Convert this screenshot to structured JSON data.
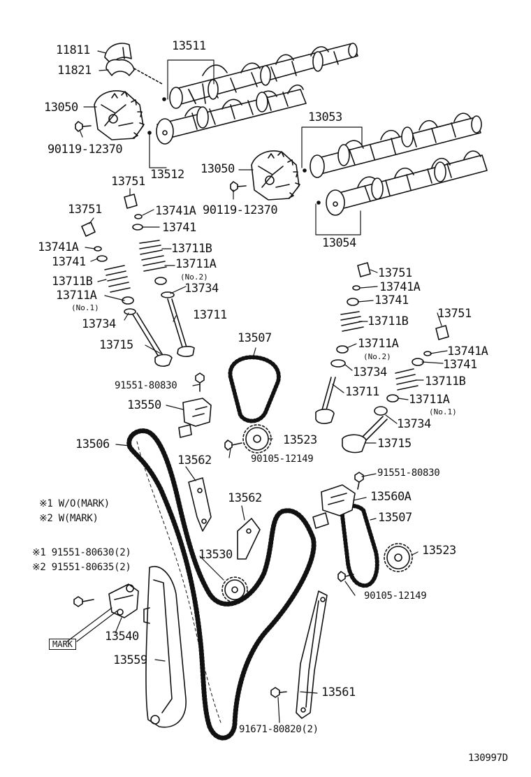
{
  "diagram": {
    "drawing_id": "130997D",
    "colors": {
      "ink": "#111111",
      "background": "#ffffff"
    },
    "legend": {
      "line1": "※1 W/O(MARK)",
      "line2": "※2 W(MARK)",
      "line3": "※1 91551-80630(2)",
      "line4": "※2 91551-80635(2)"
    },
    "mark_label": "MARK",
    "labels": {
      "p11811": "11811",
      "p11821": "11821",
      "p13511": "13511",
      "p13050a": "13050",
      "p90119a": "90119-12370",
      "p13053": "13053",
      "p13512": "13512",
      "p13050b": "13050",
      "p90119b": "90119-12370",
      "p13751a": "13751",
      "p13751b": "13751",
      "p13741Aa": "13741A",
      "p13741a": "13741",
      "p13054": "13054",
      "p13741Ab": "13741A",
      "p13741b": "13741",
      "p13711Ba": "13711B",
      "p13711Aa": "13711A",
      "p13711Ab": "13711A",
      "p13711Bb": "13711B",
      "p13734a": "13734",
      "p13734b": "13734",
      "p13711a": "13711",
      "p13715a": "13715",
      "p13751c": "13751",
      "p13741Ac": "13741A",
      "p13741c": "13741",
      "p13711Bc": "13711B",
      "p13711Ac": "13711A",
      "p13734c": "13734",
      "p13711b": "13711",
      "p13751d": "13751",
      "p13741Ad": "13741A",
      "p13741d": "13741",
      "p13711Bd": "13711B",
      "p13711Ad": "13711A",
      "p13734d": "13734",
      "p13715b": "13715",
      "p13507a": "13507",
      "p91551a": "91551-80830",
      "p13550": "13550",
      "p13506": "13506",
      "p13523a": "13523",
      "p90105a": "90105-12149",
      "p13562a": "13562",
      "p91551b": "91551-80830",
      "p13560A": "13560A",
      "p13562b": "13562",
      "p13507b": "13507",
      "p13530": "13530",
      "p13523b": "13523",
      "p90105b": "90105-12149",
      "p13540": "13540",
      "p13559": "13559",
      "p13561": "13561",
      "p91671": "91671-80820(2)"
    },
    "notes": {
      "no2a": "(No.2)",
      "no1a": "(No.1)",
      "no2b": "(No.2)",
      "no1b": "(No.1)"
    }
  }
}
